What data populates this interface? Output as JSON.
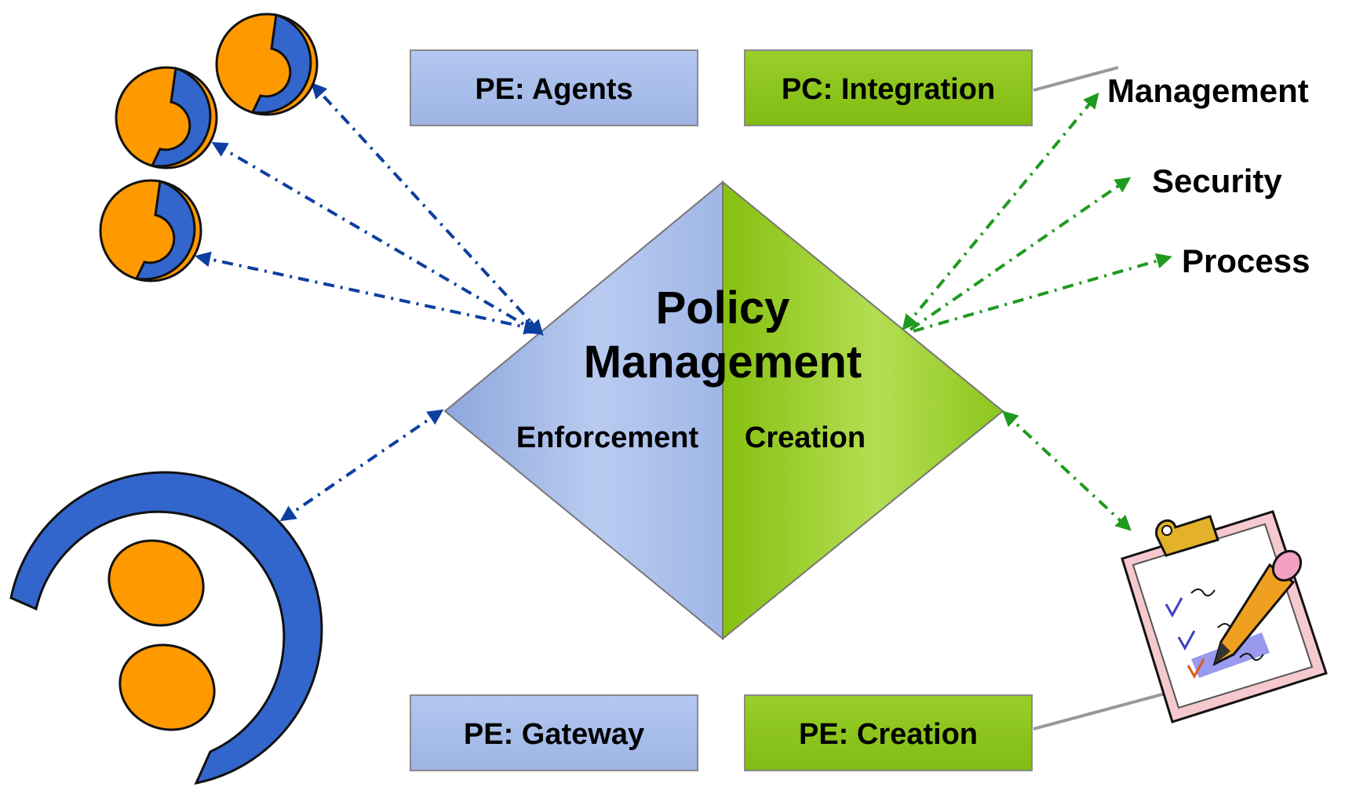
{
  "diagram": {
    "center": {
      "title_line1": "Policy",
      "title_line2": "Management",
      "left_label": "Enforcement",
      "right_label": "Creation"
    },
    "boxes": {
      "pe_agents": "PE: Agents",
      "pc_integration": "PC: Integration",
      "pe_gateway": "PE: Gateway",
      "pe_creation": "PE: Creation"
    },
    "right_labels": {
      "management": "Management",
      "security": "Security",
      "process": "Process"
    },
    "colors": {
      "blue_box": "#a9bfe8",
      "green_box": "#8cc81f",
      "arrow_blue": "#0d3fa0",
      "arrow_green": "#1f9a1f",
      "icon_blue": "#3366cc",
      "icon_orange": "#ff9900"
    }
  }
}
